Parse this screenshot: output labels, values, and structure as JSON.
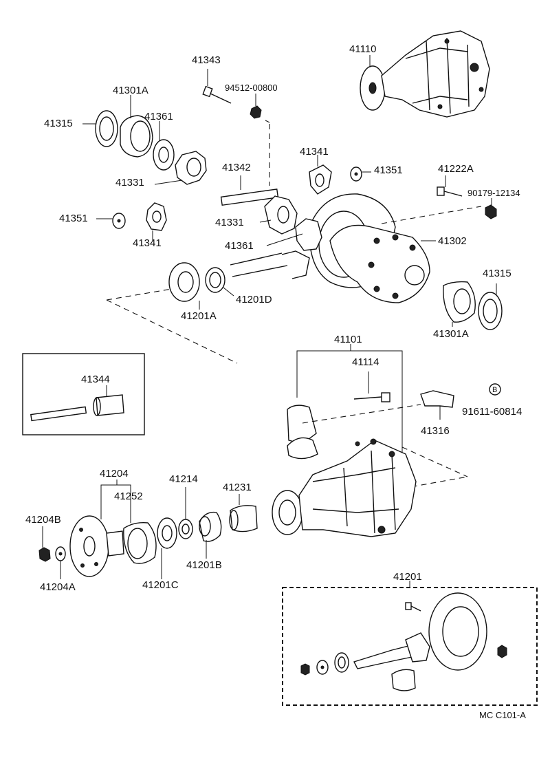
{
  "labels": {
    "p41343": "41343",
    "p94512": "94512-00800",
    "p41110": "41110",
    "p41301A_top": "41301A",
    "p41315_top": "41315",
    "p41361_top": "41361",
    "p41331_top": "41331",
    "p41341_top": "41341",
    "p41351_top": "41351",
    "p41342": "41342",
    "p41222A": "41222A",
    "p90179": "90179-12134",
    "p41351_left": "41351",
    "p41331_mid": "41331",
    "p41341_left": "41341",
    "p41361_mid": "41361",
    "p41302": "41302",
    "p41315_right": "41315",
    "p41201D": "41201D",
    "p41201A": "41201A",
    "p41301A_right": "41301A",
    "p41101": "41101",
    "p41114": "41114",
    "p41344": "41344",
    "pB": "B",
    "p91611": "91611-60814",
    "p41316": "41316",
    "p41204": "41204",
    "p41214": "41214",
    "p41231": "41231",
    "p41252": "41252",
    "p41204B": "41204B",
    "p41204A": "41204A",
    "p41201C": "41201C",
    "p41201B": "41201B",
    "p41201_kit": "41201",
    "code": "MC  C101-A"
  }
}
